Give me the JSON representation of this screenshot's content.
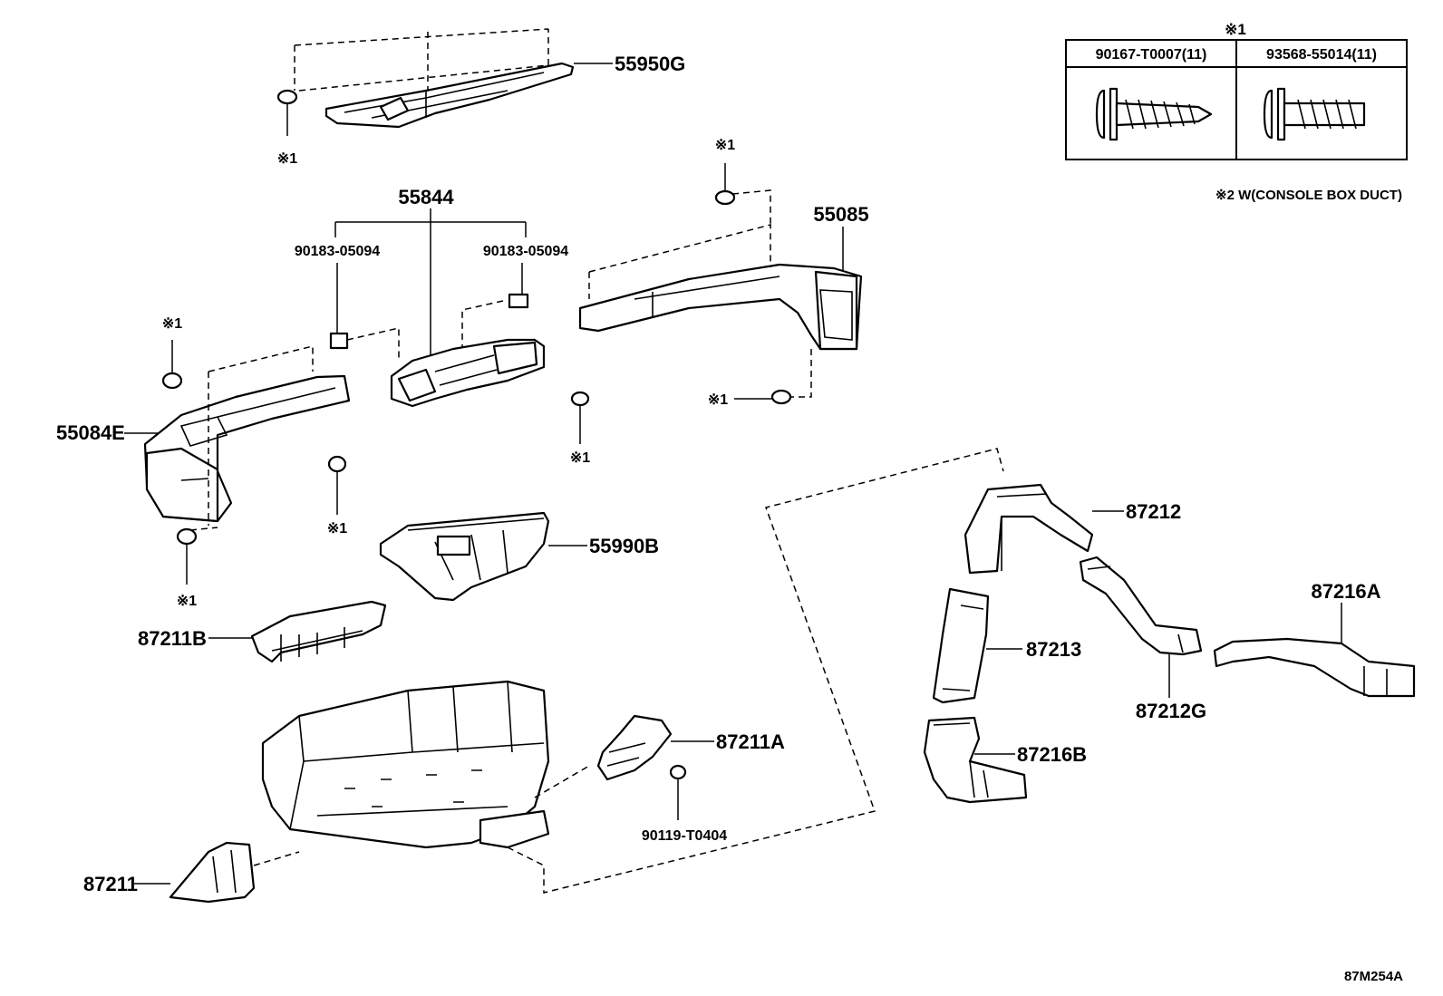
{
  "diagram_id": "87M254A",
  "mark": "※1",
  "legend": {
    "mark": "※1",
    "col1_part": "90167-T0007(11)",
    "col2_part": "93568-55014(11)",
    "note": "※2 W(CONSOLE BOX DUCT)"
  },
  "parts": {
    "p55950G": "55950G",
    "p55844": "55844",
    "p90183_l": "90183-05094",
    "p90183_r": "90183-05094",
    "p55085": "55085",
    "p55084E": "55084E",
    "p55990B": "55990B",
    "p87211B": "87211B",
    "p87211A": "87211A",
    "p90119": "90119-T0404",
    "p87211": "87211",
    "p87212": "87212",
    "p87213": "87213",
    "p87216A": "87216A",
    "p87212G": "87212G",
    "p87216B": "87216B"
  }
}
